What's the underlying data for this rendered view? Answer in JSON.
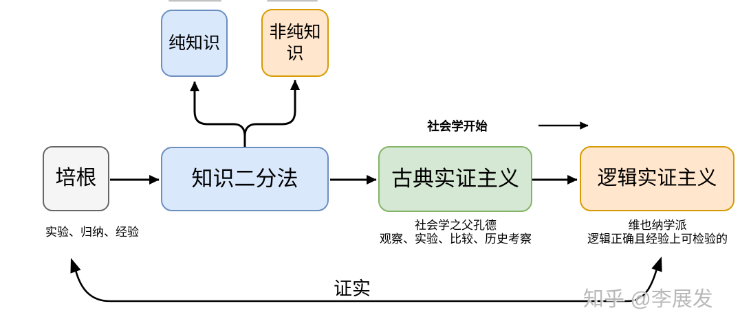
{
  "boxes": {
    "bacon": {
      "label": "培根"
    },
    "dichotomy": {
      "label": "知识二分法"
    },
    "classical": {
      "label": "古典实证主义"
    },
    "logical": {
      "label": "逻辑实证主义"
    },
    "pure": {
      "label": "纯知识"
    },
    "impure": {
      "label": "非纯知识"
    }
  },
  "annotations": {
    "bacon_note": "实验、归纳、经验",
    "sociology_start": "社会学开始",
    "classical_note_line1": "社会学之父孔德",
    "classical_note_line2": "观察、实验、比较、历史考察",
    "logical_note_line1": "维也纳学派",
    "logical_note_line2": "逻辑正确且经验上可检验的",
    "verify_label": "证实"
  },
  "watermark": "知乎 @李展发",
  "colors": {
    "blue_fill": "#DAE8FC",
    "blue_border": "#6C8EBF",
    "orange_fill": "#FFE6CC",
    "orange_border": "#D79B00",
    "green_fill": "#D5E8D4",
    "green_border": "#82B366",
    "gray_fill": "#F5F5F5",
    "gray_border": "#666666",
    "arrow": "#000000",
    "watermark_gray": "#B9B9B9"
  }
}
